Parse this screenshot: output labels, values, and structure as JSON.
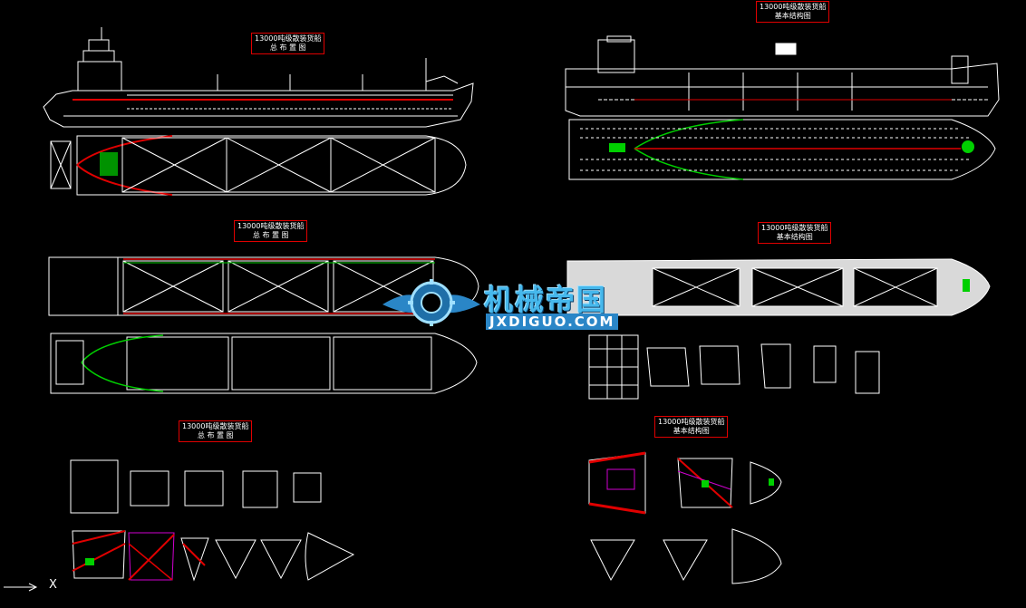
{
  "titles": {
    "general_arrangement_1": {
      "line1": "13000吨级散装货船",
      "line2": "总 布 置 图"
    },
    "basic_structure_1": {
      "line1": "13000吨级散装货船",
      "line2": "基本结构图"
    },
    "general_arrangement_2": {
      "line1": "13000吨级散装货船",
      "line2": "总 布 置 图"
    },
    "basic_structure_2": {
      "line1": "13000吨级散装货船",
      "line2": "基本结构图"
    },
    "general_arrangement_3": {
      "line1": "13000吨级散装货船",
      "line2": "总 布 置 图"
    },
    "basic_structure_3": {
      "line1": "13000吨级散装货船",
      "line2": "基本结构图"
    }
  },
  "watermark": {
    "brand_cn": "机械帝国",
    "brand_en": "JXDIGUO.COM"
  },
  "ucs": {
    "x_label": "X"
  },
  "colors": {
    "background": "#000000",
    "line": "#ffffff",
    "accent_red": "#e00000",
    "accent_green": "#00d000",
    "accent_magenta": "#d000d0",
    "brand_blue": "#46b8ec"
  }
}
